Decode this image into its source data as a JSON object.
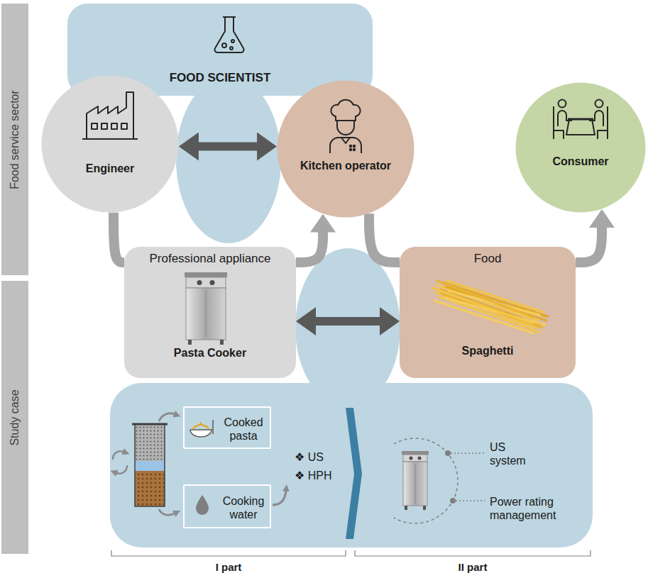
{
  "diagram": {
    "nodes": [
      {
        "text": [
          "Food service sector"
        ]
      },
      {
        "text": [
          "Study case"
        ]
      },
      {
        "text": [
          "FOOD SCIENTIST"
        ]
      },
      {
        "text": [
          "Engineer"
        ]
      },
      {
        "text": [
          "Kitchen operator"
        ]
      },
      {
        "text": [
          "Consumer"
        ]
      },
      {
        "text": [
          "Professional appliance",
          "Pasta Cooker"
        ]
      },
      {
        "text": [
          "Food",
          "Spaghetti"
        ]
      },
      {
        "text": [
          "❖ US",
          "❖ HPH",
          "US system",
          "Power rating management"
        ]
      },
      {
        "text": [
          "Cooked pasta"
        ],
        "in": 8
      },
      {
        "text": [
          "Cooking water"
        ],
        "in": 8
      }
    ],
    "edges": [
      {
        "from": 3,
        "to": 4,
        "arrow": "both"
      },
      {
        "from": 3,
        "to": 6,
        "arrow": "none"
      },
      {
        "from": 6,
        "to": 4,
        "arrow": "to"
      },
      {
        "from": 4,
        "to": 7,
        "arrow": "none"
      },
      {
        "from": 7,
        "to": 5,
        "arrow": "to"
      },
      {
        "from": 6,
        "to": 7,
        "arrow": "both"
      }
    ],
    "labels": [
      "I part",
      "II part"
    ]
  }
}
